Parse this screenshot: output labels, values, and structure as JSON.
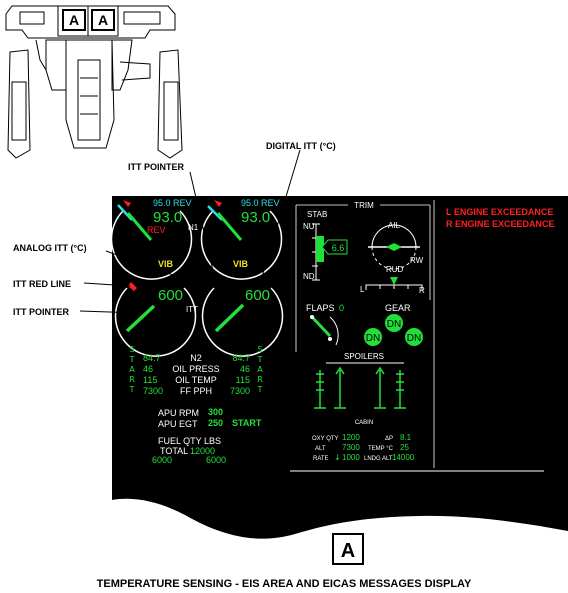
{
  "cockpit_markers": [
    "A",
    "A"
  ],
  "callouts": {
    "digital_itt": "DIGITAL ITT (°C)",
    "itt_pointer_top": "ITT POINTER",
    "analog_itt": "ANALOG ITT (°C)",
    "itt_red_line": "ITT RED LINE",
    "itt_pointer_left": "ITT POINTER"
  },
  "engine_display": {
    "n1_left": {
      "target": "95.0 REV",
      "value": "93.0",
      "rev": "REV"
    },
    "n1_right": {
      "target": "95.0 REV",
      "value": "93.0"
    },
    "n1_label": "N1",
    "vib_left": "VIB",
    "vib_right": "VIB",
    "itt_left": "600",
    "itt_right": "600",
    "itt_label": "ITT",
    "start_left": [
      "S",
      "T",
      "A",
      "R",
      "T"
    ],
    "start_right": [
      "S",
      "T",
      "A",
      "R",
      "T"
    ],
    "params_left": [
      "84.7",
      "46",
      "115",
      "7300"
    ],
    "params_labels": [
      "N2",
      "OIL PRESS",
      "OIL TEMP",
      "FF PPH"
    ],
    "params_right": [
      "84.7",
      "46",
      "115",
      "7300"
    ],
    "apu_rpm_label": "APU RPM",
    "apu_rpm": "300",
    "apu_egt_label": "APU EGT",
    "apu_egt": "250",
    "apu_status": "START",
    "fuel_title": "FUEL QTY LBS",
    "fuel_total_label": "TOTAL",
    "fuel_total": "12000",
    "fuel_left": "6000",
    "fuel_right": "6000"
  },
  "systems_display": {
    "trim_title": "TRIM",
    "stab_label": "STAB",
    "stab_nu": "NU",
    "stab_nd": "ND",
    "stab_value": "6.6",
    "ail_label": "AIL",
    "rw_label": "RW",
    "rud_label": "RUD",
    "rud_l": "L",
    "rud_r": "R",
    "flaps_label": "FLAPS",
    "flaps_value": "0",
    "gear_label": "GEAR",
    "gear_center": "DN",
    "gear_left": "DN",
    "gear_right": "DN",
    "spoilers_label": "SPOILERS",
    "cabin_label": "CABIN",
    "oxy_label": "OXY QTY",
    "oxy_value": "1200",
    "dp_label": "ΔP",
    "dp_value": "8.1",
    "alt_label": "ALT",
    "alt_value": "7300",
    "temp_label": "TEMP °C",
    "temp_value": "25",
    "rate_label": "RATE",
    "rate_value": "1000",
    "rate_arrow": "↓",
    "lndg_alt_label": "LNDG ALT",
    "lndg_alt_value": "14000"
  },
  "eicas_messages": [
    "L ENGINE EXCEEDANCE",
    "R ENGINE EXCEEDANCE"
  ],
  "view_marker": "A",
  "caption": "TEMPERATURE SENSING - EIS AREA AND EICAS MESSAGES DISPLAY",
  "colors": {
    "green": "#22e03a",
    "cyan": "#2ee0e8",
    "red": "#ff2020",
    "yellow": "#f0e020",
    "white": "#ffffff"
  }
}
